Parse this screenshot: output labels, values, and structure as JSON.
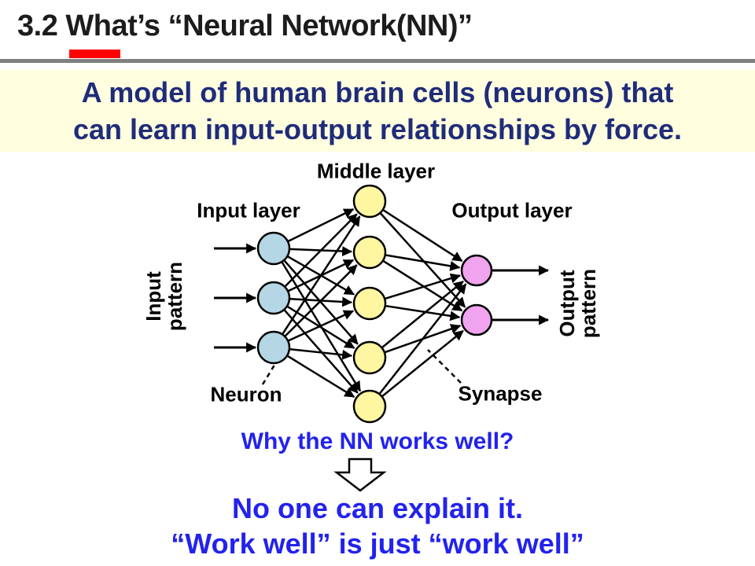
{
  "header": {
    "title": "3.2 What’s “Neural Network(NN)”",
    "accent_color": "#FF0000",
    "rule_color": "#808080"
  },
  "banner": {
    "line1": "A model of human brain cells (neurons) that",
    "line2": "can learn input-output relationships by force.",
    "bg_color": "#FFFFDF",
    "text_color": "#1F2C7A"
  },
  "diagram": {
    "labels": {
      "middle_layer": "Middle layer",
      "input_layer": "Input layer",
      "output_layer": "Output layer",
      "input_pattern_line1": "Input",
      "input_pattern_line2": "pattern",
      "output_pattern_line1": "Output",
      "output_pattern_line2": "pattern",
      "neuron": "Neuron",
      "synapse": "Synapse"
    },
    "network": {
      "layers": [
        {
          "name": "input",
          "neuron_count": 3,
          "color": "#B5D6E4"
        },
        {
          "name": "middle",
          "neuron_count": 5,
          "color": "#FFF6A2"
        },
        {
          "name": "output",
          "neuron_count": 2,
          "color": "#F0A3EE"
        }
      ],
      "fully_connected": true,
      "connection_color": "#000000"
    }
  },
  "footer": {
    "question": "Why the NN works well?",
    "question_color": "#2222EE",
    "answer_line1": "No one can explain it.",
    "answer_line2": "“Work well” is just “work well”",
    "answer_color": "#2222EE"
  }
}
